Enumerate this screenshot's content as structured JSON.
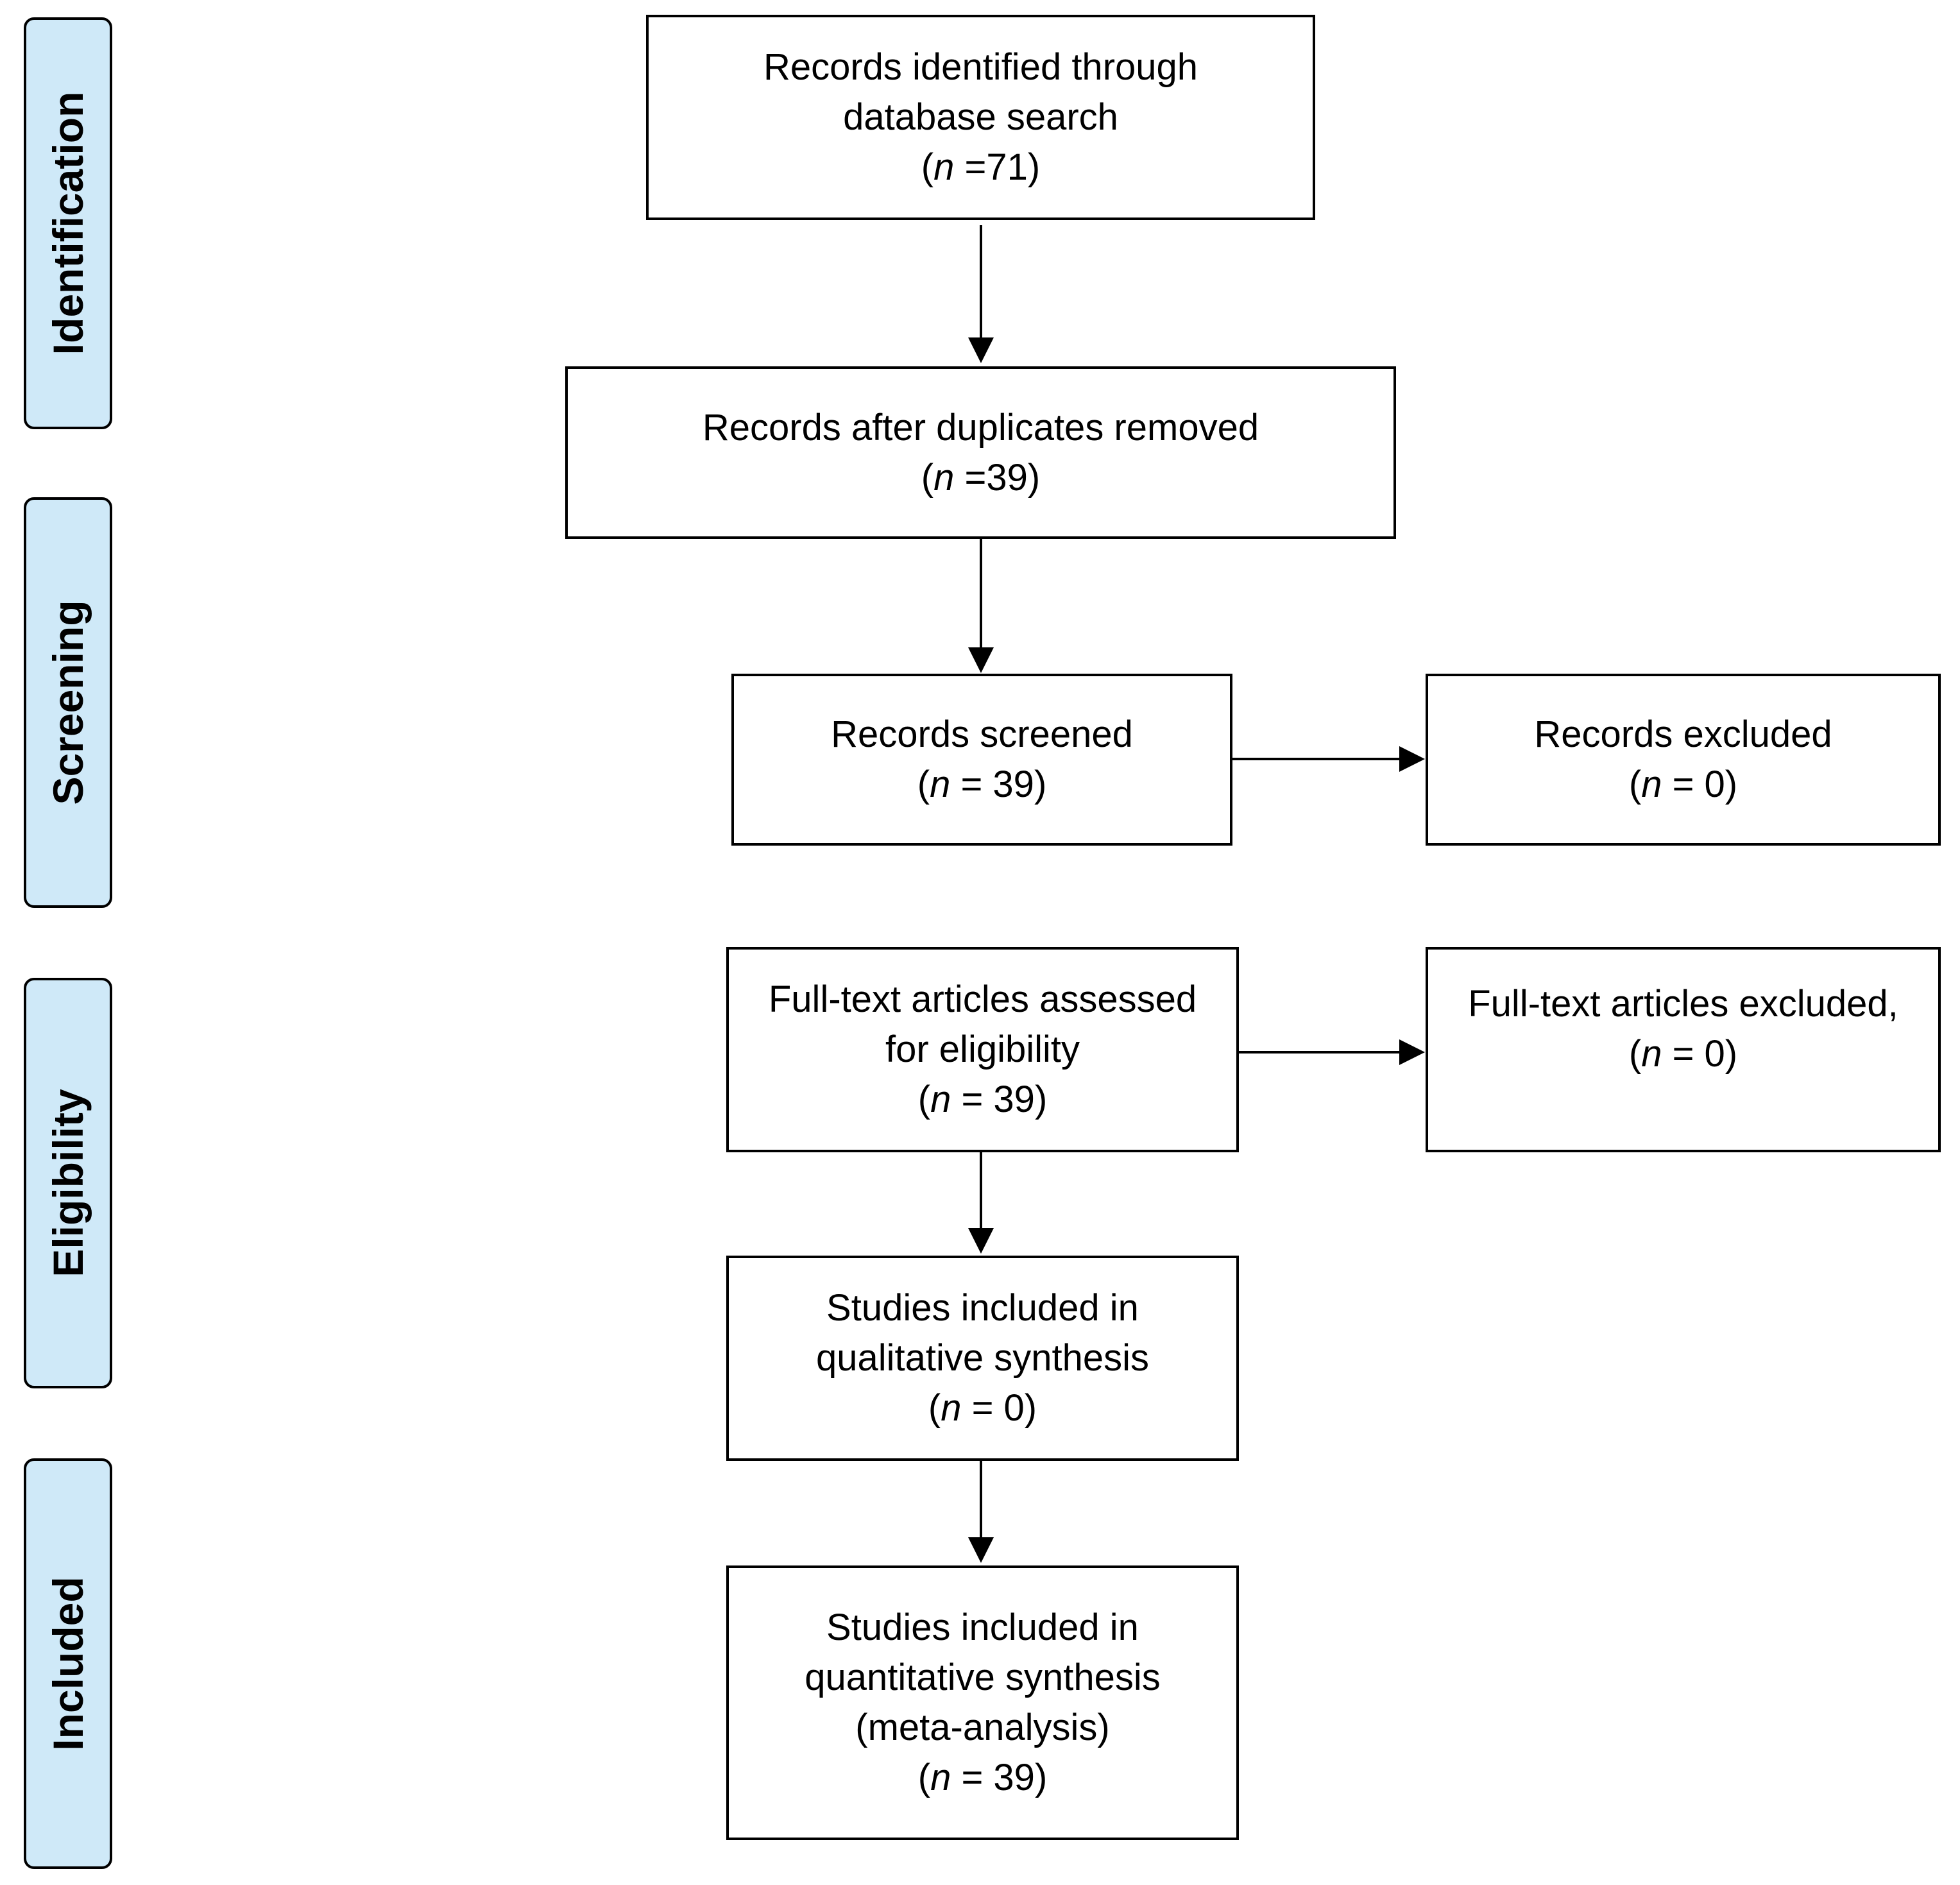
{
  "phases": [
    "Identification",
    "Screening",
    "Eligibility",
    "Included"
  ],
  "boxes": {
    "identified": {
      "lines": [
        "Records identified through",
        "database search"
      ],
      "n_open": "(",
      "n_var": "n",
      "n_rest": " =71)"
    },
    "deduplicated": {
      "lines": [
        "Records after duplicates removed"
      ],
      "n_open": "(",
      "n_var": "n",
      "n_rest": " =39)"
    },
    "screened": {
      "lines": [
        "Records screened"
      ],
      "n_open": "(",
      "n_var": "n",
      "n_rest": " = 39)"
    },
    "excluded": {
      "lines": [
        "Records excluded"
      ],
      "n_open": "(",
      "n_var": "n",
      "n_rest": " = 0)"
    },
    "fulltext": {
      "lines": [
        "Full-text articles assessed",
        "for eligibility"
      ],
      "n_open": "(",
      "n_var": "n",
      "n_rest": " = 39)"
    },
    "fulltext_excluded": {
      "lines": [
        "Full-text articles excluded,"
      ],
      "n_open": "(",
      "n_var": "n",
      "n_rest": " = 0)"
    },
    "qualitative": {
      "lines": [
        "Studies included in",
        "qualitative synthesis"
      ],
      "n_open": "(",
      "n_var": "n",
      "n_rest": " = 0)"
    },
    "quantitative": {
      "lines": [
        "Studies included in",
        "quantitative synthesis",
        "(meta-analysis)"
      ],
      "n_open": "(",
      "n_var": "n",
      "n_rest": " = 39)"
    }
  },
  "colors": {
    "phase_fill": "#cfe9f8",
    "stroke": "#000000"
  }
}
